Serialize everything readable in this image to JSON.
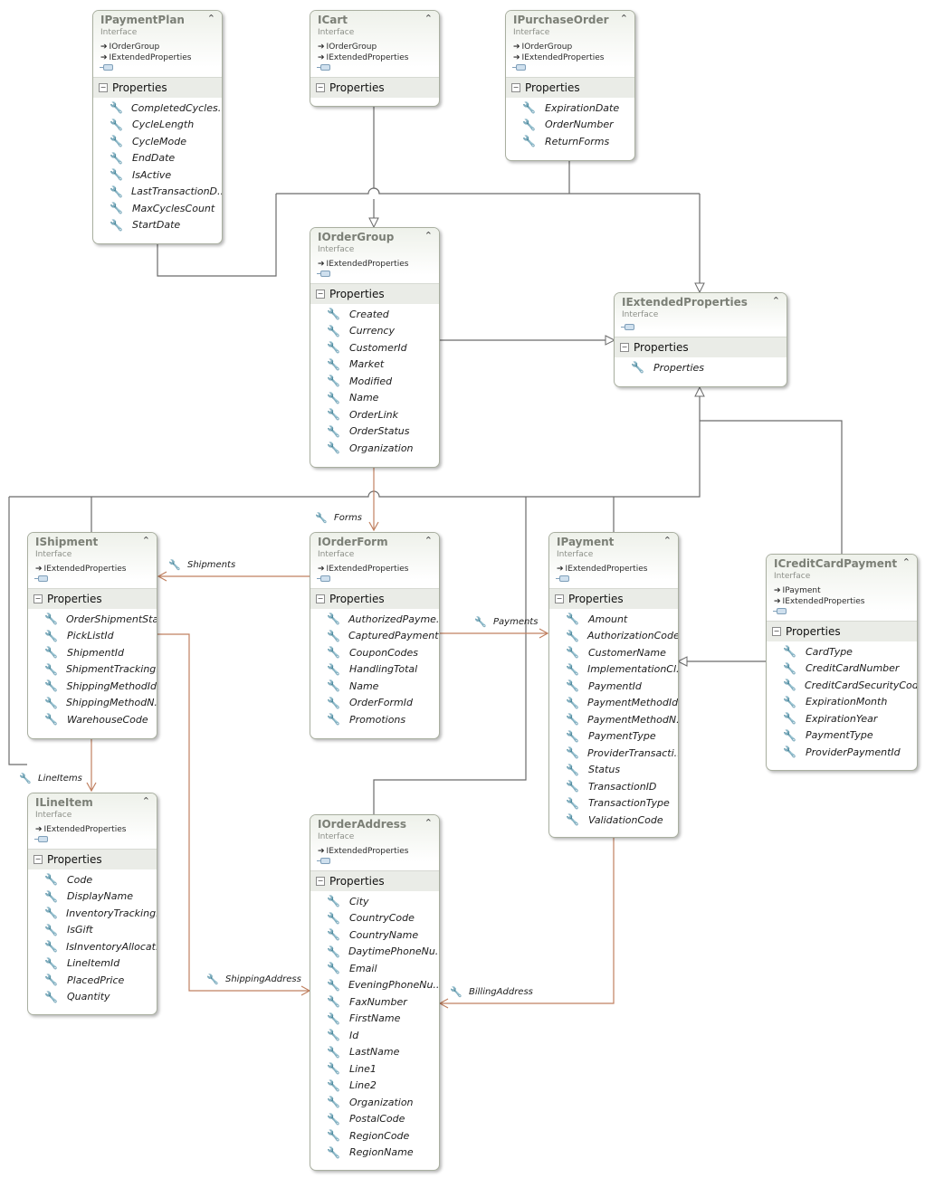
{
  "diagram": {
    "stereotype": "Interface",
    "section_label": "Properties",
    "icons": {
      "property": "wrench-icon",
      "inheritance": "arrow-right-icon",
      "collapse": "chevron-up-icon",
      "section_toggle": "minus-icon",
      "interface": "lollipop-icon"
    },
    "colors": {
      "inheritance_line": "#6b6b6b",
      "association_line": "#c08060",
      "box_border": "#a9afa0",
      "header_gradient": "#eef1ea"
    },
    "interfaces": {
      "ipaymentplan": {
        "name": "IPaymentPlan",
        "inherits": [
          "IOrderGroup",
          "IExtendedProperties"
        ],
        "properties": [
          "CompletedCycles...",
          "CycleLength",
          "CycleMode",
          "EndDate",
          "IsActive",
          "LastTransactionD...",
          "MaxCyclesCount",
          "StartDate"
        ]
      },
      "icart": {
        "name": "ICart",
        "inherits": [
          "IOrderGroup",
          "IExtendedProperties"
        ],
        "properties": []
      },
      "ipurchaseorder": {
        "name": "IPurchaseOrder",
        "inherits": [
          "IOrderGroup",
          "IExtendedProperties"
        ],
        "properties": [
          "ExpirationDate",
          "OrderNumber",
          "ReturnForms"
        ]
      },
      "iordergroup": {
        "name": "IOrderGroup",
        "inherits": [
          "IExtendedProperties"
        ],
        "properties": [
          "Created",
          "Currency",
          "CustomerId",
          "Market",
          "Modified",
          "Name",
          "OrderLink",
          "OrderStatus",
          "Organization"
        ]
      },
      "iextendedproperties": {
        "name": "IExtendedProperties",
        "inherits": [],
        "properties": [
          "Properties"
        ]
      },
      "ishipment": {
        "name": "IShipment",
        "inherits": [
          "IExtendedProperties"
        ],
        "properties": [
          "OrderShipmentSta...",
          "PickListId",
          "ShipmentId",
          "ShipmentTracking...",
          "ShippingMethodId",
          "ShippingMethodN...",
          "WarehouseCode"
        ]
      },
      "iorderform": {
        "name": "IOrderForm",
        "inherits": [
          "IExtendedProperties"
        ],
        "properties": [
          "AuthorizedPayme...",
          "CapturedPayment...",
          "CouponCodes",
          "HandlingTotal",
          "Name",
          "OrderFormId",
          "Promotions"
        ]
      },
      "ipayment": {
        "name": "IPayment",
        "inherits": [
          "IExtendedProperties"
        ],
        "properties": [
          "Amount",
          "AuthorizationCode",
          "CustomerName",
          "ImplementationCl...",
          "PaymentId",
          "PaymentMethodId",
          "PaymentMethodN...",
          "PaymentType",
          "ProviderTransacti...",
          "Status",
          "TransactionID",
          "TransactionType",
          "ValidationCode"
        ]
      },
      "icreditcardpayment": {
        "name": "ICreditCardPayment",
        "inherits": [
          "IPayment",
          "IExtendedProperties"
        ],
        "properties": [
          "CardType",
          "CreditCardNumber",
          "CreditCardSecurityCode",
          "ExpirationMonth",
          "ExpirationYear",
          "PaymentType",
          "ProviderPaymentId"
        ]
      },
      "ilineitem": {
        "name": "ILineItem",
        "inherits": [
          "IExtendedProperties"
        ],
        "properties": [
          "Code",
          "DisplayName",
          "InventoryTracking...",
          "IsGift",
          "IsInventoryAllocat...",
          "LineItemId",
          "PlacedPrice",
          "Quantity"
        ]
      },
      "iorderaddress": {
        "name": "IOrderAddress",
        "inherits": [
          "IExtendedProperties"
        ],
        "properties": [
          "City",
          "CountryCode",
          "CountryName",
          "DaytimePhoneNu...",
          "Email",
          "EveningPhoneNu...",
          "FaxNumber",
          "FirstName",
          "Id",
          "LastName",
          "Line1",
          "Line2",
          "Organization",
          "PostalCode",
          "RegionCode",
          "RegionName"
        ]
      }
    },
    "associations": {
      "forms": "Forms",
      "shipments": "Shipments",
      "payments": "Payments",
      "line_items": "LineItems",
      "shipping_address": "ShippingAddress",
      "billing_address": "BillingAddress"
    }
  }
}
